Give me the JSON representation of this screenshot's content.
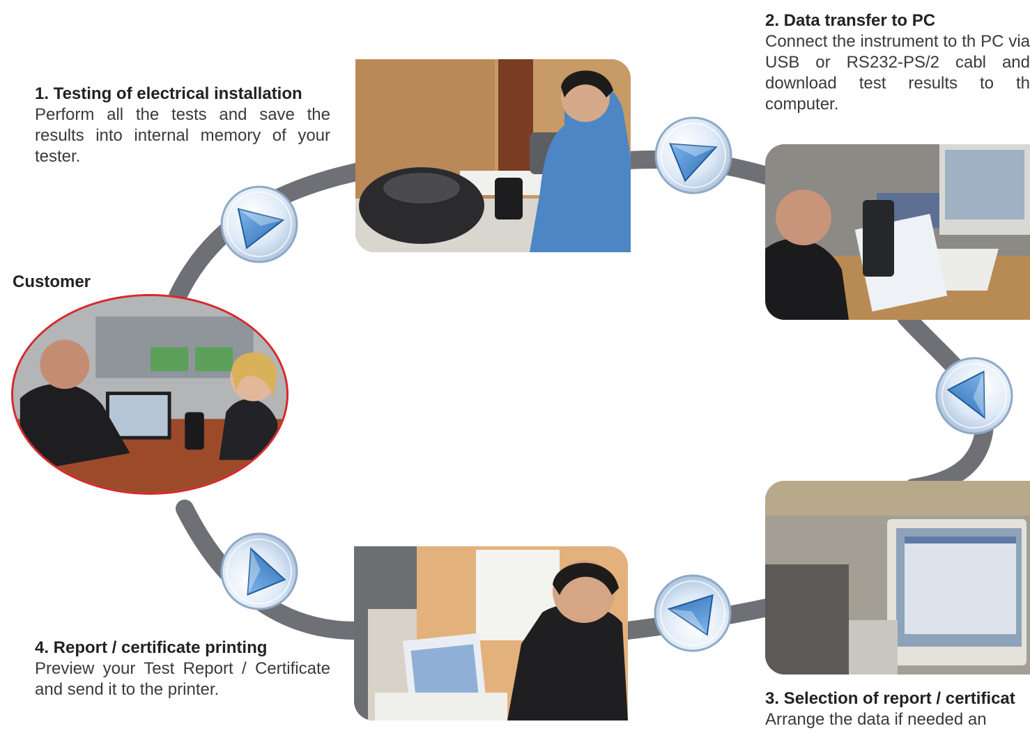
{
  "steps": [
    {
      "title": "1. Testing of electrical installation",
      "body": "Perform all the tests and save the results into internal memory of your tester."
    },
    {
      "title": "2. Data transfer to PC",
      "body": "Connect the instrument to th PC via USB or RS232-PS/2 cabl and download test results to th computer."
    },
    {
      "title": "3. Selection of report / certificat",
      "body": "Arrange the data if needed an"
    },
    {
      "title": "4. Report / certificate printing",
      "body": "Preview your Test Report / Certificate and send it to the printer."
    }
  ],
  "customer_label": "Customer",
  "colors": {
    "ring": "#6e7075",
    "arrow": "#3d7fc4",
    "customer_border": "#d8282b",
    "title_accent": "#e0322b"
  },
  "icons": {
    "arrow": "triangle-arrow-icon"
  }
}
